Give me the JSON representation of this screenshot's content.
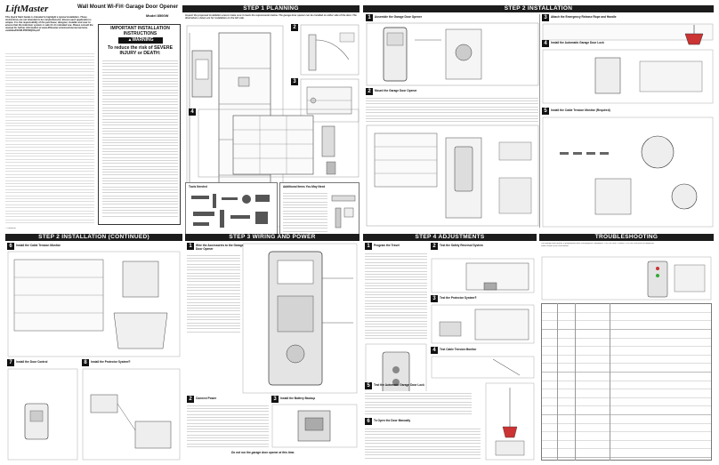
{
  "brand": "LiftMaster",
  "doc_title": "Wall Mount Wi-Fi® Garage Door Opener",
  "model": "Model 8500W",
  "intro_text": "This Quick Start Guide is intended to highlight a typical installation. These instructions are not intended to be comprehensive. Ensure each application is unique. It is the responsibility of the purchaser, designer, installer and user to ensure that the total door system is safe for its intended use. Please consult the manual for further information at www.liftmaster.com/customerserver/view-us/default/DOM-8500WQSG.pdf",
  "warning": {
    "title": "IMPORTANT INSTALLATION INSTRUCTIONS",
    "badge": "▲WARNING",
    "subtitle": "To reduce the risk of SEVERE INJURY or DEATH:"
  },
  "sections": {
    "step1": "STEP 1 PLANNING",
    "step2": "STEP 2 INSTALLATION",
    "step2c": "STEP 2 INSTALLATION (CONTINUED)",
    "step3": "STEP 3 WIRING AND POWER",
    "step4": "STEP 4 ADJUSTMENTS",
    "troubleshooting": "TROUBLESHOOTING"
  },
  "step1_intro": "Inspect the proposed installation area to make sure it meets the requirements below. The garage door opener can be installed on either side of the door. The illustrations shown are for installation on the left side.",
  "step2_items": [
    {
      "num": "1",
      "title": "Assemble the Garage Door Opener"
    },
    {
      "num": "2",
      "title": "Mount the Garage Door Opener"
    },
    {
      "num": "3",
      "title": "Attach the Emergency Release Rope and Handle"
    },
    {
      "num": "4",
      "title": "Install the Automatic Garage Door Lock"
    },
    {
      "num": "5",
      "title": "Install the Cable Tension Monitor (Required)"
    }
  ],
  "step2c_items": [
    {
      "num": "6",
      "title": "Install the Cable Tension Monitor"
    },
    {
      "num": "7",
      "title": "Install the Door Control"
    },
    {
      "num": "8",
      "title": "Install the Protector System®"
    }
  ],
  "step3_items": [
    {
      "num": "1",
      "title": "Wire the Accessories to the Garage Door Opener"
    },
    {
      "num": "2",
      "title": "Connect Power"
    },
    {
      "num": "3",
      "title": "Install the Battery Backup"
    }
  ],
  "step3_note": "Do not run the garage door opener at this time.",
  "step4_items": [
    {
      "num": "1",
      "title": "Program the Travel"
    },
    {
      "num": "2",
      "title": "Test the Safety Reversal System"
    },
    {
      "num": "3",
      "title": "Test the Protector System®"
    },
    {
      "num": "4",
      "title": "Test Cable Tension Monitor"
    },
    {
      "num": "5",
      "title": "Test the Automatic Garage Door Lock"
    },
    {
      "num": "6",
      "title": "To Open the Door Manually"
    }
  ],
  "troubleshooting_intro": "Your garage door opener is programmed with self-diagnostic capabilities. The LED and CONNECTION LED will flash the diagnostic codes shown in the chart below.",
  "tools_needed": "Tools Needed",
  "additional_items": "Additional Items You May Need",
  "footer_brand": "© LiftMaster"
}
